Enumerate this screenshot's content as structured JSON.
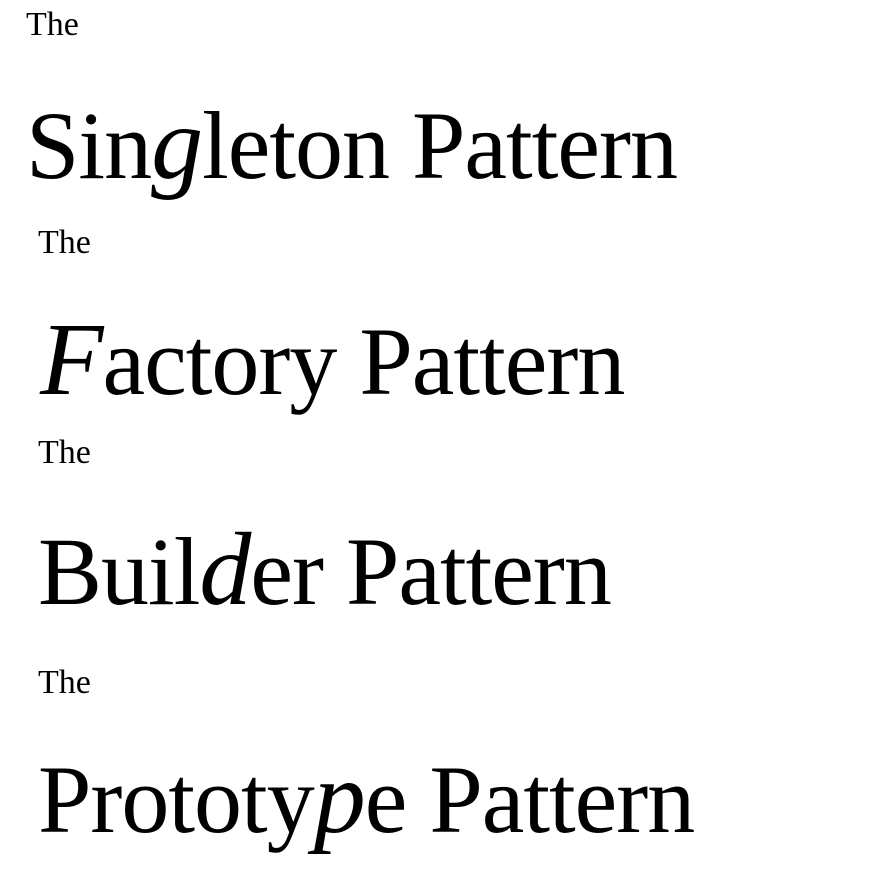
{
  "items": [
    {
      "prefix": "The",
      "before": "Sin",
      "accent": "g",
      "after": "leton Pattern"
    },
    {
      "prefix": "The",
      "before": "",
      "accent": "F",
      "after": "actory Pattern"
    },
    {
      "prefix": "The",
      "before": "Buil",
      "accent": "d",
      "after": "er Pattern"
    },
    {
      "prefix": "The",
      "before": "Prototy",
      "accent": "p",
      "after": "e Pattern"
    }
  ]
}
